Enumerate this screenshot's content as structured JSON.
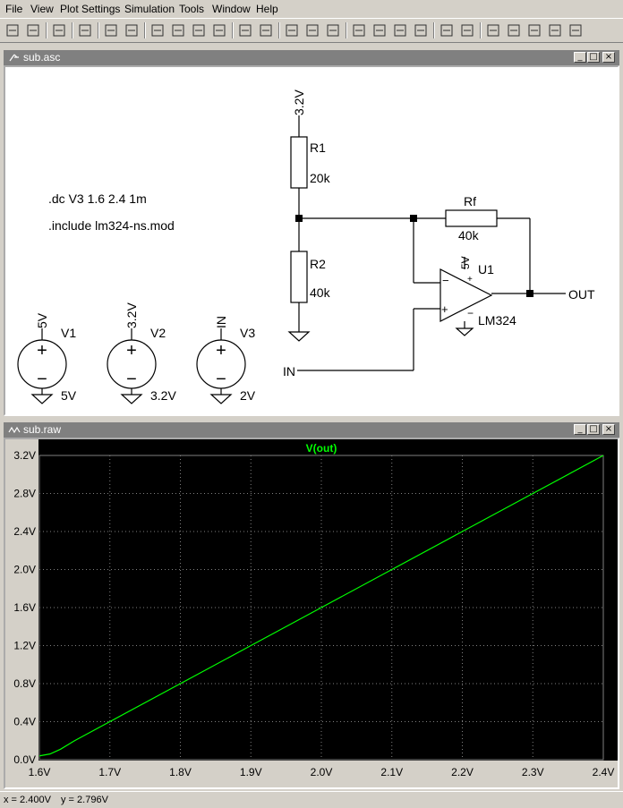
{
  "menu": [
    "File",
    "View",
    "Plot Settings",
    "Simulation",
    "Tools",
    "Window",
    "Help"
  ],
  "toolbar_icons": [
    "new-schematic-icon",
    "open-icon",
    "save-icon",
    "control-panel-icon",
    "run-icon",
    "halt-icon",
    "zoom-in-icon",
    "zoom-pan-icon",
    "zoom-out-icon",
    "zoom-cancel-icon",
    "autorange-icon",
    "zoom-fit-icon",
    "tile-horizontal-icon",
    "cascade-icon",
    "tile-vertical-icon",
    "cut-icon",
    "copy-icon",
    "paste-icon",
    "find-icon",
    "print-preview-icon",
    "print-icon",
    "draw-wire-icon",
    "ground-icon",
    "label-net-icon",
    "resistor-icon",
    "capacitor-icon"
  ],
  "schematic_window": {
    "title": "sub.asc",
    "directives": [
      ".dc V3 1.6 2.4 1m",
      ".include lm324-ns.mod"
    ],
    "components": {
      "r1_name": "R1",
      "r1_value": "20k",
      "r2_name": "R2",
      "r2_value": "40k",
      "rf_name": "Rf",
      "rf_value": "40k",
      "u1_name": "U1",
      "u1_model": "LM324",
      "u1_supply": "5V",
      "top_net": "3.2V",
      "out_label": "OUT",
      "in_label": "IN",
      "v1_name": "V1",
      "v1_net": "5V",
      "v1_value": "5V",
      "v2_name": "V2",
      "v2_net": "3.2V",
      "v2_value": "3.2V",
      "v3_name": "V3",
      "v3_net": "IN",
      "v3_value": "2V"
    }
  },
  "plot_window": {
    "title": "sub.raw",
    "trace_label": "V(out)",
    "trace_color": "#00ff00",
    "background": "#000000"
  },
  "chart_data": {
    "type": "line",
    "title": "V(out)",
    "xlabel": "",
    "ylabel": "",
    "xlim": [
      1.6,
      2.4
    ],
    "ylim": [
      0.0,
      3.2
    ],
    "x_ticks": [
      "1.6V",
      "1.7V",
      "1.8V",
      "1.9V",
      "2.0V",
      "2.1V",
      "2.2V",
      "2.3V",
      "2.4V"
    ],
    "y_ticks": [
      "0.0V",
      "0.4V",
      "0.8V",
      "1.2V",
      "1.6V",
      "2.0V",
      "2.4V",
      "2.8V",
      "3.2V"
    ],
    "grid": true,
    "series": [
      {
        "name": "V(out)",
        "x": [
          1.6,
          1.615,
          1.63,
          1.65,
          1.7,
          1.8,
          1.9,
          2.0,
          2.1,
          2.2,
          2.3,
          2.4
        ],
        "values": [
          0.04,
          0.06,
          0.11,
          0.2,
          0.4,
          0.8,
          1.2,
          1.6,
          2.0,
          2.4,
          2.8,
          3.2
        ]
      }
    ]
  },
  "status": {
    "x_readout": "x = 2.400V",
    "y_readout": "y = 2.796V"
  }
}
